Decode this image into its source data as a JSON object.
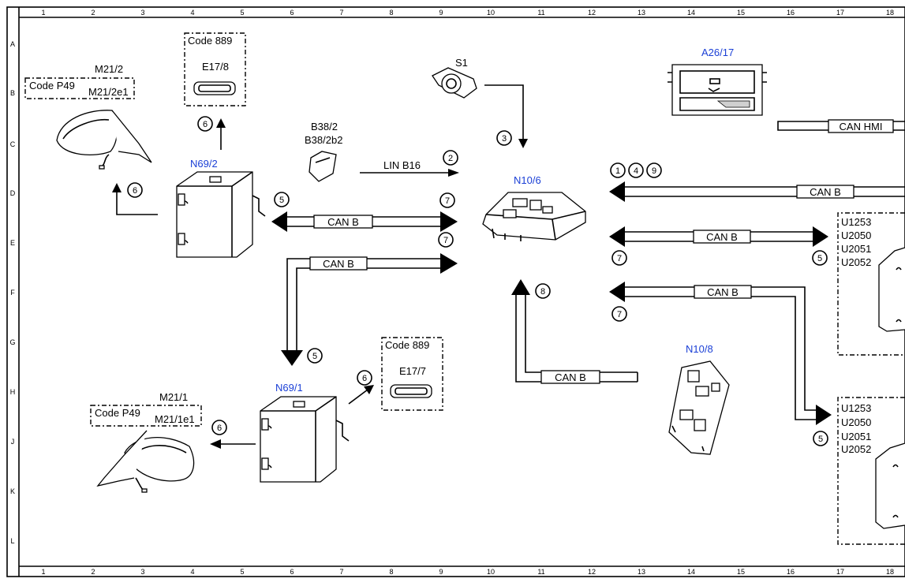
{
  "grid": {
    "columns": [
      "1",
      "2",
      "3",
      "4",
      "5",
      "6",
      "7",
      "8",
      "9",
      "10",
      "11",
      "12",
      "13",
      "14",
      "15",
      "16",
      "17",
      "18"
    ],
    "rows": [
      "A",
      "B",
      "C",
      "D",
      "E",
      "F",
      "G",
      "H",
      "J",
      "K",
      "L"
    ]
  },
  "components": {
    "m21_2": "M21/2",
    "m21_2e1": "M21/2e1",
    "code_p49_top": "Code P49",
    "code_889_top": "Code 889",
    "e17_8": "E17/8",
    "n69_2": "N69/2",
    "b38_2": "B38/2",
    "b38_2b2": "B38/2b2",
    "s1": "S1",
    "n10_6": "N10/6",
    "a26_17": "A26/17",
    "n10_8": "N10/8",
    "n69_1": "N69/1",
    "code_889_bottom": "Code 889",
    "e17_7": "E17/7",
    "m21_1": "M21/1",
    "m21_1e1": "M21/1e1",
    "code_p49_bottom": "Code P49"
  },
  "buses": {
    "lin_b16": "LIN B16",
    "can_b": "CAN B",
    "can_hmi": "CAN HMI"
  },
  "fault_codes": [
    "U1253",
    "U2050",
    "U2051",
    "U2052"
  ],
  "steps": {
    "s1": "1",
    "s2": "2",
    "s3": "3",
    "s4": "4",
    "s5": "5",
    "s6": "6",
    "s7": "7",
    "s8": "8",
    "s9": "9"
  }
}
